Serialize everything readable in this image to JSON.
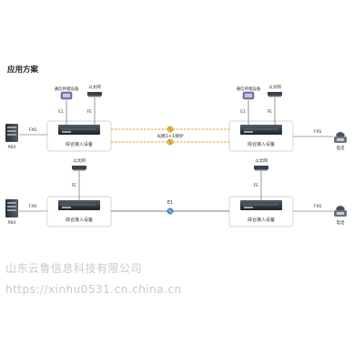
{
  "title": "应用方案",
  "watermark": {
    "company": "山东云鲁信息科技有限公司",
    "url": "https://xinhu0531.cn.china.cn"
  },
  "labels": {
    "comm_terminal": "通信终端设备",
    "ethernet": "以太网",
    "e1": "E1",
    "fe": "FE",
    "fxo": "FXO",
    "fxs": "FXS",
    "pbx": "PBX",
    "phone": "电话",
    "integrated_access": "综合接入设备",
    "fiber_protection": "光路1+1保护"
  },
  "colors": {
    "fiber": "#e8a028",
    "line": "#555555",
    "panel_border": "#d6d6d6"
  }
}
